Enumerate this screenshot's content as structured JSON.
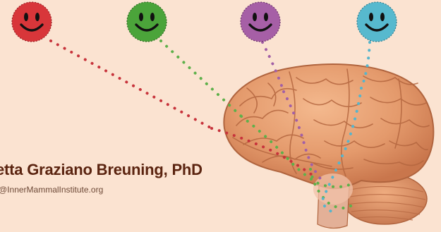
{
  "author": {
    "name": "etta Graziano Breuning, PhD",
    "handle": "@InnerMammalInstitute.org"
  },
  "smileys": [
    {
      "name": "red-smiley-icon",
      "color": "#d8363a"
    },
    {
      "name": "green-smiley-icon",
      "color": "#4ba43a"
    },
    {
      "name": "purple-smiley-icon",
      "color": "#a65fa6"
    },
    {
      "name": "blue-smiley-icon",
      "color": "#57b9ce"
    }
  ],
  "brain": {
    "icon": "brain-illustration",
    "color": "#e9a173"
  }
}
